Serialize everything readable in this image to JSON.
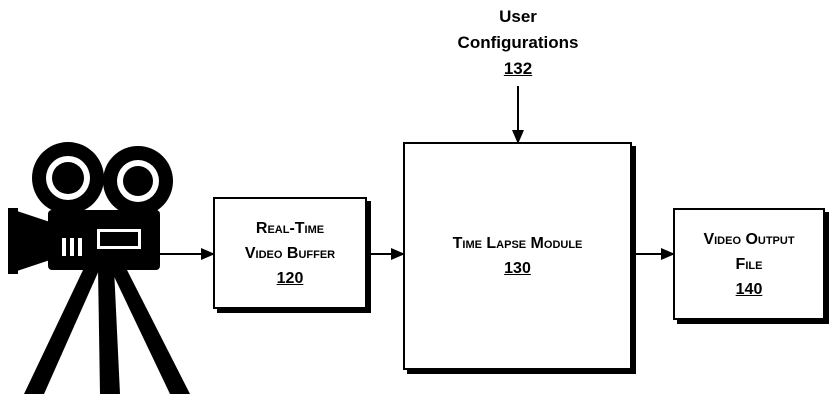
{
  "nodes": {
    "user_config": {
      "line1": "User",
      "line2": "Configurations",
      "ref": "132"
    },
    "buffer": {
      "line1": "Real-Time",
      "line2": "Video Buffer",
      "ref": "120"
    },
    "module": {
      "line1": "Time Lapse Module",
      "ref": "130"
    },
    "output": {
      "line1": "Video Output",
      "line2": "File",
      "ref": "140"
    }
  },
  "icons": {
    "camera": "movie-camera-on-tripod-icon"
  },
  "colors": {
    "stroke": "#000000",
    "fill": "#ffffff"
  }
}
